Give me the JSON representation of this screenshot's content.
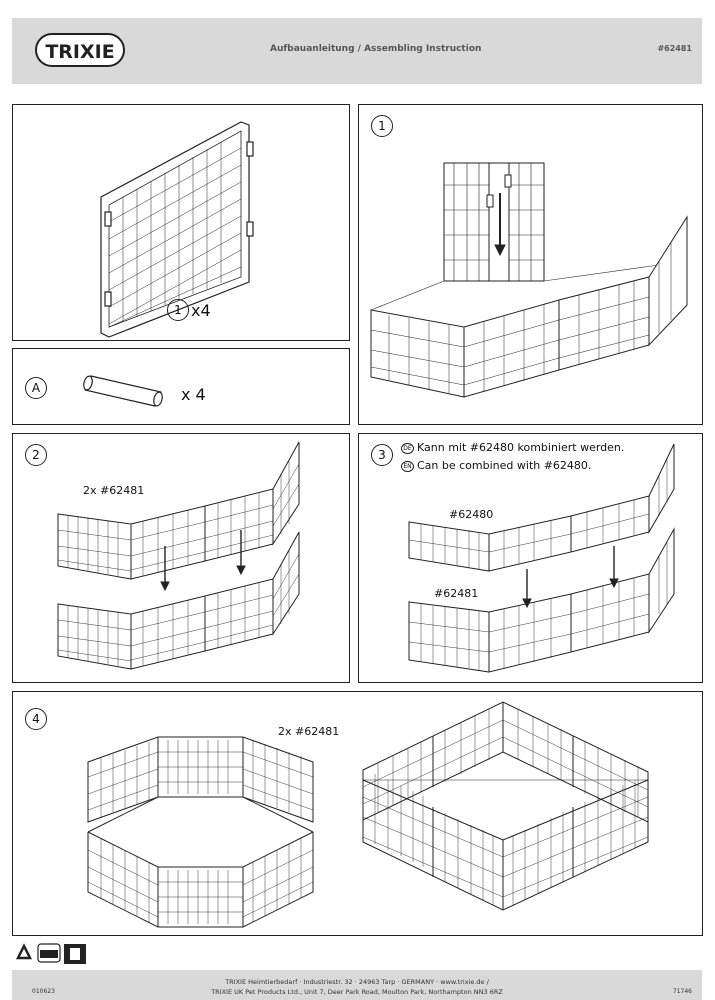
{
  "header": {
    "brand": "TRIXIE",
    "title": "Aufbauanleitung / Assembling Instruction",
    "product_number": "#62481"
  },
  "parts": {
    "panel_label": "1",
    "panel_qty": "x4",
    "pin_label": "A",
    "pin_qty": "x 4"
  },
  "steps": {
    "step1": "1",
    "step2": "2",
    "step2_label": "2x #62481",
    "step3": "3",
    "step3_de_flag": "DE",
    "step3_de": "Kann mit #62480 kombiniert werden.",
    "step3_en_flag": "EN",
    "step3_en": "Can be combined with #62480.",
    "step3_top_label": "#62480",
    "step3_bottom_label": "#62481",
    "step4": "4",
    "step4_label": "2x #62481"
  },
  "footer": {
    "line1": "TRIXIE Heimtierbedarf · Industriestr. 32 · 24963 Tarp · GERMANY · www.trixie.de /",
    "line2": "TRIXIE UK Pet Products Ltd., Unit 7, Deer Park Road, Moulton Park, Northampton NN3 6RZ",
    "code_left": "010623",
    "code_right": "71746"
  },
  "icons": [
    "recycling-icon",
    "fsc-icon",
    "trash-bin-icon"
  ]
}
